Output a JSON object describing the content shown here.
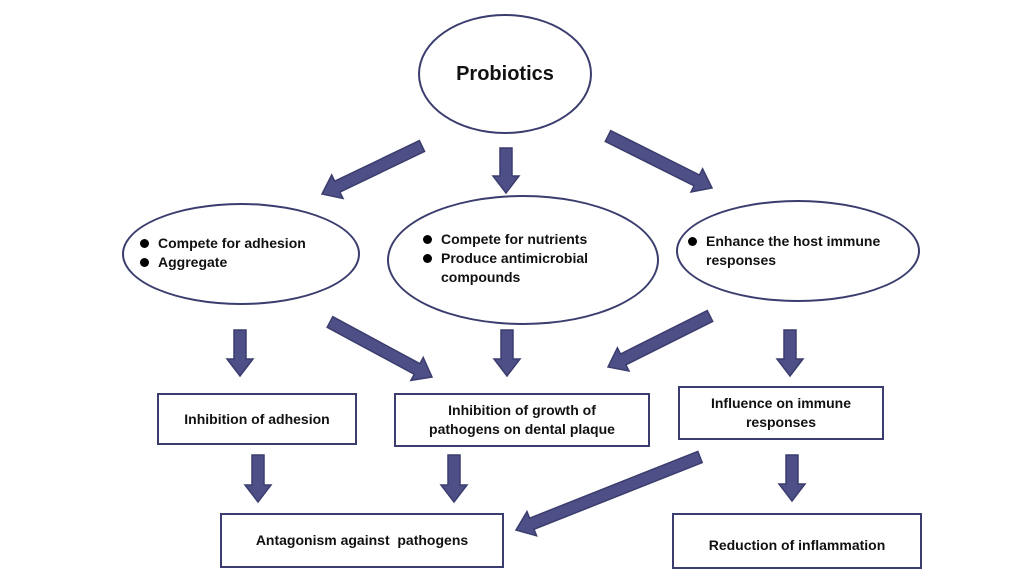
{
  "diagram": {
    "title": "Probiotics",
    "colors": {
      "arrow": "#4d4f86",
      "arrow_stroke": "#3b3d6e",
      "border": "#3b3d6e",
      "text": "#111111"
    },
    "mechanisms": [
      {
        "id": "left",
        "bullets": [
          "Compete for adhesion",
          "Aggregate"
        ]
      },
      {
        "id": "center",
        "bullets": [
          "Compete for nutrients",
          "Produce antimicrobial compounds"
        ]
      },
      {
        "id": "right",
        "bullets": [
          "Enhance the host immune responses"
        ]
      }
    ],
    "effects": [
      {
        "id": "adhesion",
        "label": "Inhibition of adhesion"
      },
      {
        "id": "growth",
        "label": "Inhibition of growth of pathogens on dental plaque"
      },
      {
        "id": "immune",
        "label": "Influence on immune responses"
      }
    ],
    "outcomes": [
      {
        "id": "antagonism",
        "label": "Antagonism against  pathogens"
      },
      {
        "id": "inflammation",
        "label": "Reduction of inflammation"
      }
    ],
    "connections": [
      {
        "from": "Probiotics",
        "to": "mechanism-left"
      },
      {
        "from": "Probiotics",
        "to": "mechanism-center"
      },
      {
        "from": "Probiotics",
        "to": "mechanism-right"
      },
      {
        "from": "mechanism-left",
        "to": "effect-adhesion"
      },
      {
        "from": "mechanism-left",
        "to": "effect-growth"
      },
      {
        "from": "mechanism-center",
        "to": "effect-growth"
      },
      {
        "from": "mechanism-right",
        "to": "effect-growth"
      },
      {
        "from": "mechanism-right",
        "to": "effect-immune"
      },
      {
        "from": "effect-adhesion",
        "to": "outcome-antagonism"
      },
      {
        "from": "effect-growth",
        "to": "outcome-antagonism"
      },
      {
        "from": "effect-immune",
        "to": "outcome-antagonism"
      },
      {
        "from": "effect-immune",
        "to": "outcome-inflammation"
      }
    ]
  }
}
